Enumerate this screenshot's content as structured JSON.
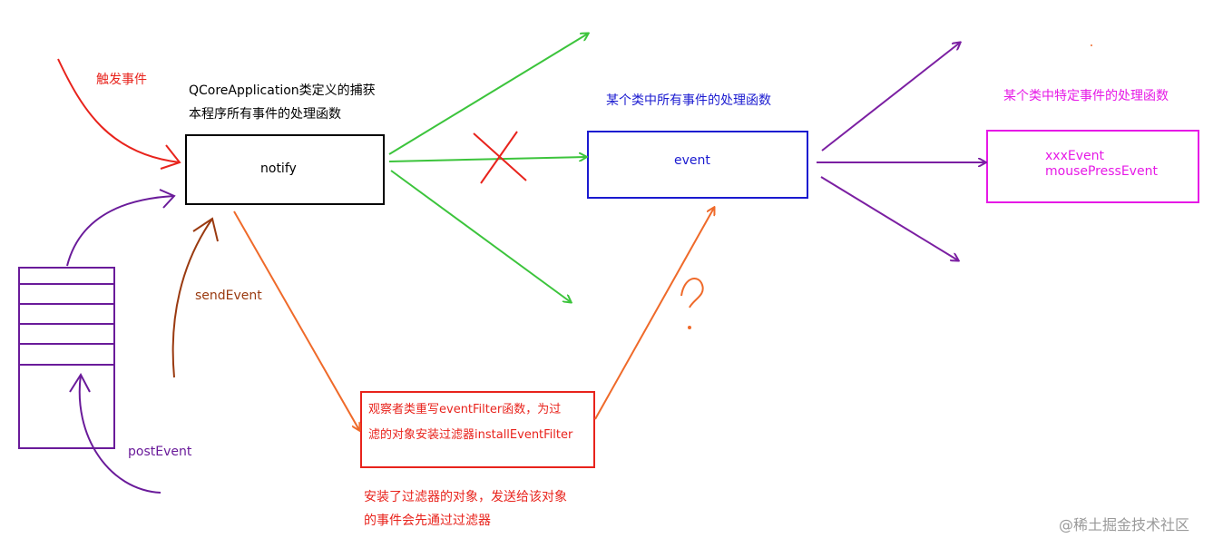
{
  "labels": {
    "trigger": "触发事件",
    "qcore_line1": "QCoreApplication类定义的捕获",
    "qcore_line2": "本程序所有事件的处理函数",
    "notify": "notify",
    "send_event": "sendEvent",
    "post_event": "postEvent",
    "class_all_events": "某个类中所有事件的处理函数",
    "event": "event",
    "class_specific_events": "某个类中特定事件的处理函数",
    "xxx_event": "xxxEvent",
    "mouse_press_event": "mousePressEvent",
    "filter_line1": "观察者类重写eventFilter函数，为过",
    "filter_line2": "滤的对象安装过滤器installEventFilter",
    "note_line1": "安装了过滤器的对象，发送给该对象",
    "note_line2": "的事件会先通过过滤器",
    "question": "?",
    "watermark": "@稀土掘金技术社区"
  },
  "colors": {
    "red": "#e8231c",
    "green": "#3cc43c",
    "blue": "#1a1ad0",
    "purple": "#6a1b9a",
    "magenta": "#e619e6",
    "orange": "#ef6a2a",
    "brown": "#9a3a10",
    "black": "#000000"
  }
}
